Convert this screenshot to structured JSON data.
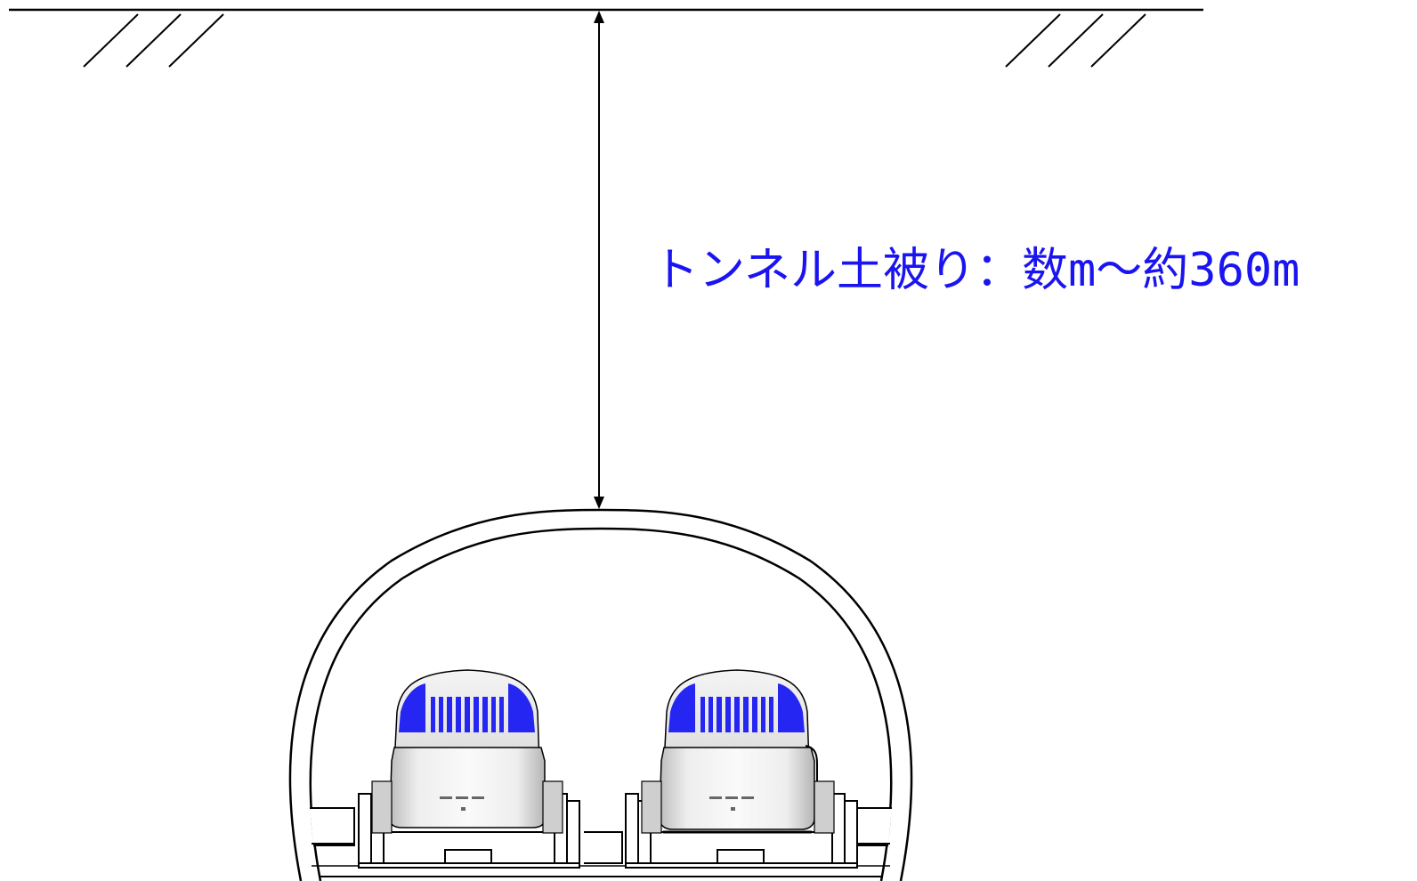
{
  "diagram": {
    "cover_label": "トンネル土被り：数m～約360m",
    "colors": {
      "label": "#1a14f0",
      "line": "#000000",
      "train_accent": "#2626f2",
      "train_body": "#eeeeee"
    },
    "elements": {
      "ground": "ground-surface-line",
      "hatch": "soil-hatch-marks",
      "dimension": "overburden-dimension-arrow",
      "tunnel": "tunnel-lining-arch",
      "trains": [
        "train-left",
        "train-right"
      ]
    }
  }
}
